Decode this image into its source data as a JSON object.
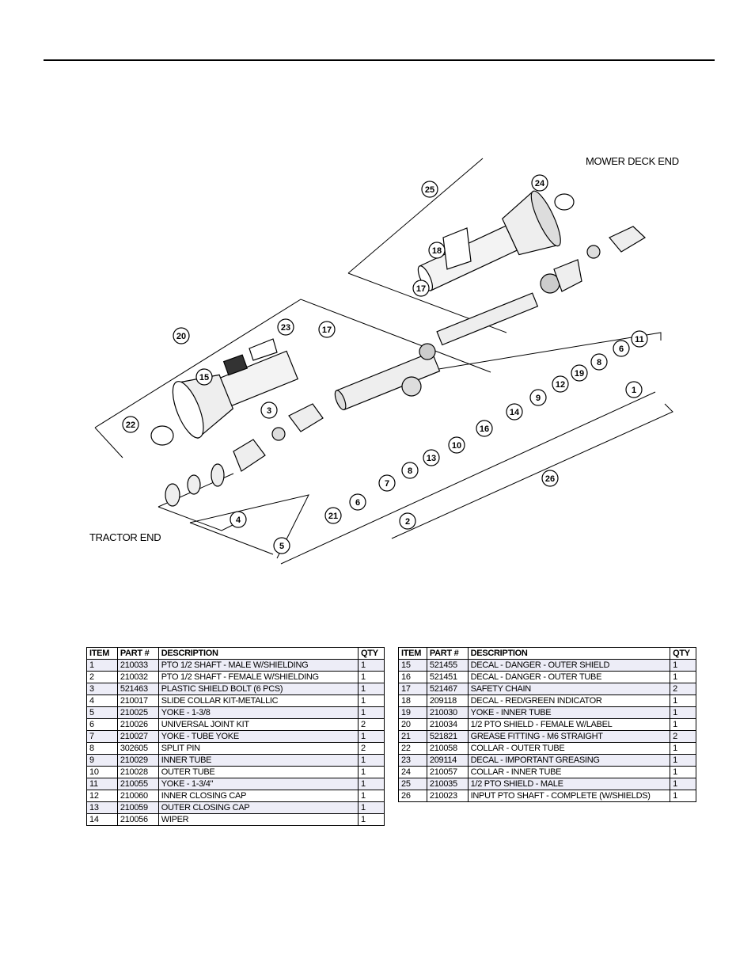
{
  "diagram": {
    "labels": {
      "mower_deck_end": "MOWER DECK END",
      "tractor_end": "TRACTOR END"
    },
    "callouts": [
      "25",
      "24",
      "18",
      "17",
      "20",
      "23",
      "17",
      "15",
      "3",
      "22",
      "11",
      "6",
      "8",
      "19",
      "12",
      "9",
      "1",
      "14",
      "16",
      "10",
      "13",
      "8",
      "7",
      "6",
      "21",
      "2",
      "26",
      "4",
      "5"
    ]
  },
  "tables": {
    "headers": [
      "ITEM",
      "PART #",
      "DESCRIPTION",
      "QTY"
    ],
    "left": [
      [
        "1",
        "210033",
        "PTO 1/2 SHAFT - MALE W/SHIELDING",
        "1"
      ],
      [
        "2",
        "210032",
        "PTO 1/2 SHAFT - FEMALE W/SHIELDING",
        "1"
      ],
      [
        "3",
        "521463",
        "PLASTIC SHIELD BOLT (6 PCS)",
        "1"
      ],
      [
        "4",
        "210017",
        "SLIDE COLLAR KIT-METALLIC",
        "1"
      ],
      [
        "5",
        "210025",
        "YOKE - 1-3/8",
        "1"
      ],
      [
        "6",
        "210026",
        "UNIVERSAL JOINT KIT",
        "2"
      ],
      [
        "7",
        "210027",
        "YOKE - TUBE YOKE",
        "1"
      ],
      [
        "8",
        "302605",
        "SPLIT PIN",
        "2"
      ],
      [
        "9",
        "210029",
        "INNER TUBE",
        "1"
      ],
      [
        "10",
        "210028",
        "OUTER TUBE",
        "1"
      ],
      [
        "11",
        "210055",
        "YOKE - 1-3/4\"",
        "1"
      ],
      [
        "12",
        "210060",
        "INNER CLOSING CAP",
        "1"
      ],
      [
        "13",
        "210059",
        "OUTER CLOSING CAP",
        "1"
      ],
      [
        "14",
        "210056",
        "WIPER",
        "1"
      ]
    ],
    "right": [
      [
        "15",
        "521455",
        "DECAL - DANGER - OUTER SHIELD",
        "1"
      ],
      [
        "16",
        "521451",
        "DECAL - DANGER - OUTER TUBE",
        "1"
      ],
      [
        "17",
        "521467",
        "SAFETY CHAIN",
        "2"
      ],
      [
        "18",
        "209118",
        "DECAL - RED/GREEN INDICATOR",
        "1"
      ],
      [
        "19",
        "210030",
        "YOKE - INNER TUBE",
        "1"
      ],
      [
        "20",
        "210034",
        "1/2 PTO SHIELD - FEMALE W/LABEL",
        "1"
      ],
      [
        "21",
        "521821",
        "GREASE FITTING - M6 STRAIGHT",
        "2"
      ],
      [
        "22",
        "210058",
        "COLLAR - OUTER TUBE",
        "1"
      ],
      [
        "23",
        "209114",
        "DECAL - IMPORTANT GREASING",
        "1"
      ],
      [
        "24",
        "210057",
        "COLLAR - INNER TUBE",
        "1"
      ],
      [
        "25",
        "210035",
        "1/2 PTO SHIELD - MALE",
        "1"
      ],
      [
        "26",
        "210023",
        "INPUT PTO SHAFT - COMPLETE (W/SHIELDS)",
        "1"
      ]
    ]
  }
}
